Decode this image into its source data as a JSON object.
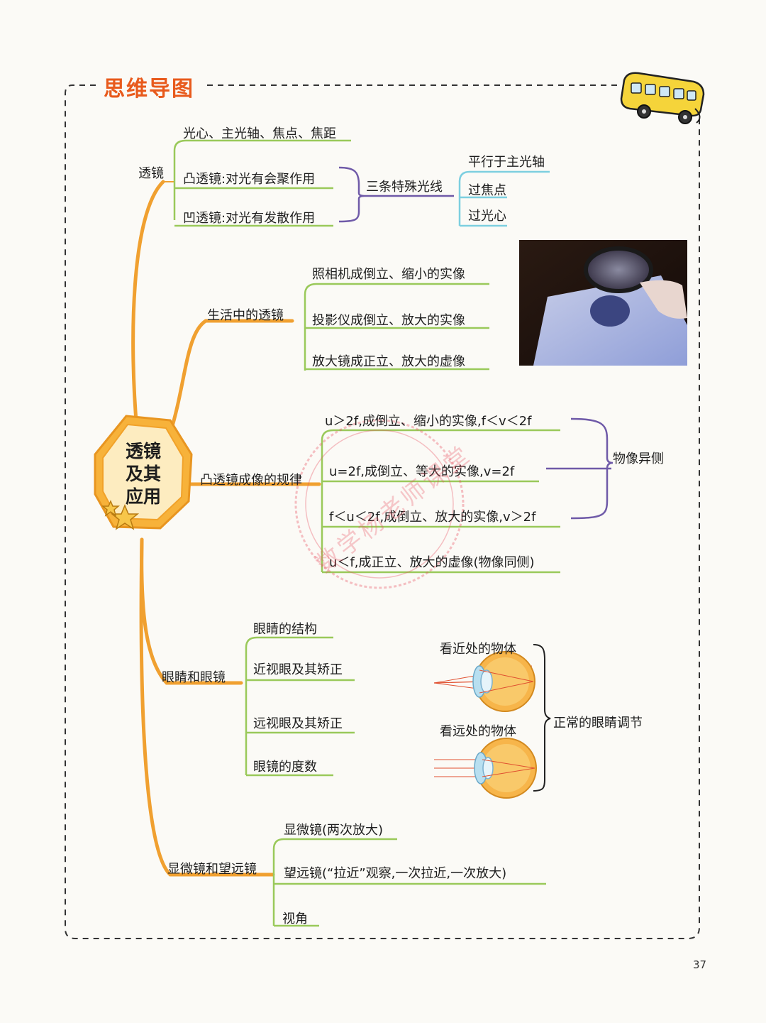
{
  "header": {
    "title": "思维导图"
  },
  "center": {
    "line1": "透镜",
    "line2": "及其",
    "line3": "应用"
  },
  "branches": {
    "lens": {
      "label": "透镜",
      "items": [
        "光心、主光轴、焦点、焦距",
        "凸透镜:对光有会聚作用",
        "凹透镜:对光有发散作用"
      ],
      "rays_label": "三条特殊光线",
      "rays": [
        "平行于主光轴",
        "过焦点",
        "过光心"
      ]
    },
    "daily": {
      "label": "生活中的透镜",
      "items": [
        "照相机成倒立、缩小的实像",
        "投影仪成倒立、放大的实像",
        "放大镜成正立、放大的虚像"
      ]
    },
    "rules": {
      "label": "凸透镜成像的规律",
      "items": [
        "u＞2f,成倒立、缩小的实像,f＜v＜2f",
        "u=2f,成倒立、等大的实像,v=2f",
        "f＜u＜2f,成倒立、放大的实像,v＞2f",
        "u＜f,成正立、放大的虚像(物像同侧)"
      ],
      "group_label": "物像异侧"
    },
    "eye": {
      "label": "眼睛和眼镜",
      "items": [
        "眼睛的结构",
        "近视眼及其矫正",
        "远视眼及其矫正",
        "眼镜的度数"
      ],
      "near_label": "看近处的物体",
      "far_label": "看远处的物体",
      "group_label": "正常的眼睛调节"
    },
    "scope": {
      "label": "显微镜和望远镜",
      "items": [
        "显微镜(两次放大)",
        "望远镜(“拉近”观察,一次拉近,一次放大)",
        "视角"
      ]
    }
  },
  "watermark": "数学杨老师课堂",
  "page_number": "37",
  "colors": {
    "title": "#e85a1c",
    "trunk": "#f0a030",
    "green": "#9ac95a",
    "purple": "#6f5aa8",
    "cyan": "#7dcfe0",
    "frame": "#333333"
  },
  "icons": [
    "bus-icon",
    "star-icon",
    "magnifier-photo",
    "eye-near-diagram",
    "eye-far-diagram",
    "watermark-seal"
  ]
}
